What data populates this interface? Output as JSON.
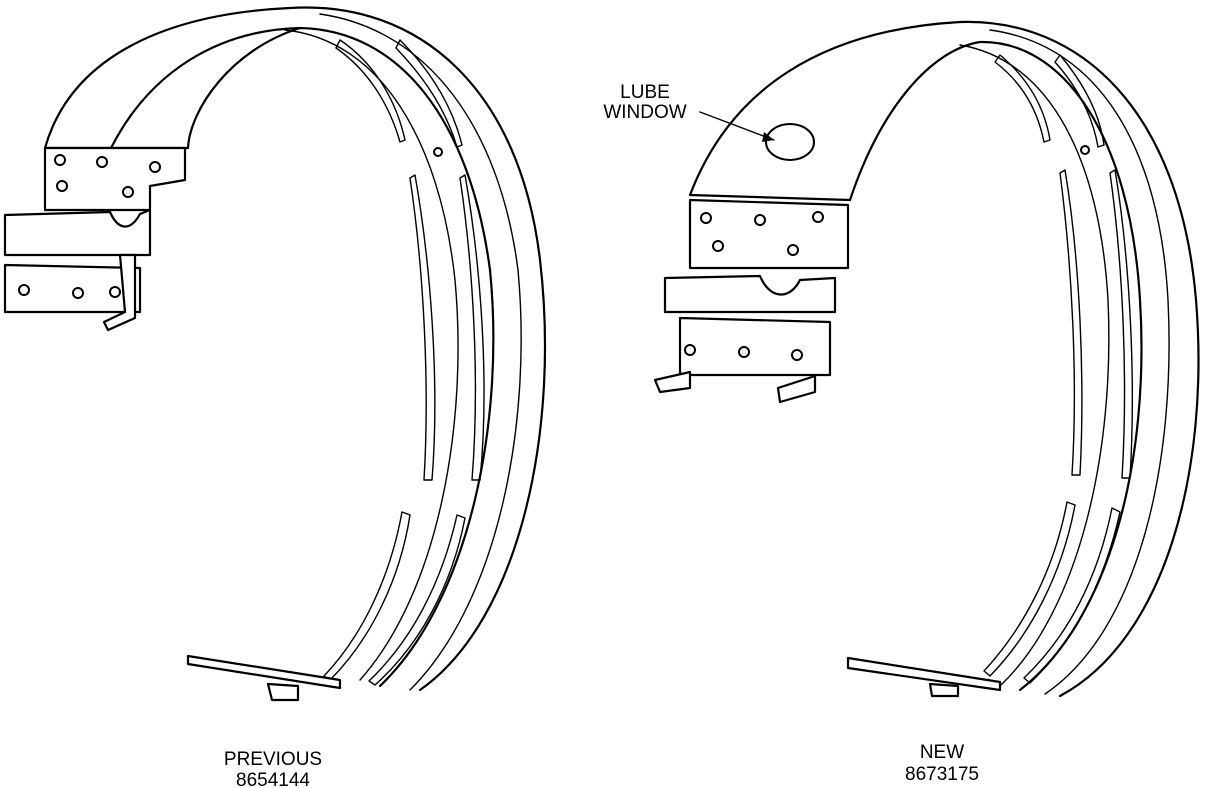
{
  "bands": [
    {
      "id": "previous",
      "caption": "PREVIOUS",
      "part_number": "8654144"
    },
    {
      "id": "new",
      "caption": "NEW",
      "part_number": "8673175"
    }
  ],
  "callout": {
    "line1": "LUBE",
    "line2": "WINDOW"
  }
}
